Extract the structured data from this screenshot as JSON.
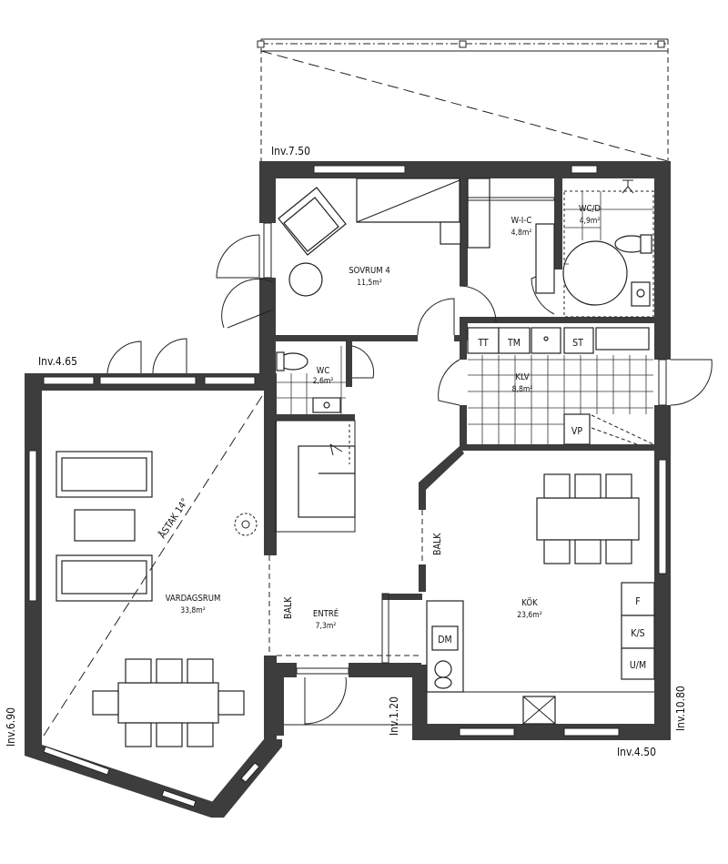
{
  "rooms": {
    "sovrum4": {
      "name": "SOVRUM 4",
      "area": "11,5m²"
    },
    "wic": {
      "name": "W-I-C",
      "area": "4,8m²"
    },
    "wcd": {
      "name": "WC/D",
      "area": "4,9m²"
    },
    "wc": {
      "name": "WC",
      "area": "2,6m²"
    },
    "klv": {
      "name": "KLV",
      "area": "8,8m²"
    },
    "vardagsrum": {
      "name": "VARDAGSRUM",
      "area": "33,8m²"
    },
    "entre": {
      "name": "ENTRÉ",
      "area": "7,3m²"
    },
    "kok": {
      "name": "KÖK",
      "area": "23,6m²"
    }
  },
  "levels": {
    "inv_750": "Inv.7.50",
    "inv_465": "Inv.4.65",
    "inv_690": "Inv.6.90",
    "inv_120": "Inv.1.20",
    "inv_1080": "Inv.10.80",
    "inv_450": "Inv.4.50"
  },
  "annotations": {
    "astak": "ÅSTAK 14°",
    "balk": "BALK"
  },
  "utility_labels": {
    "tt": "TT",
    "tm": "TM",
    "st": "ST",
    "vp": "VP",
    "dm": "DM",
    "f": "F",
    "ks": "K/S",
    "um": "U/M"
  }
}
